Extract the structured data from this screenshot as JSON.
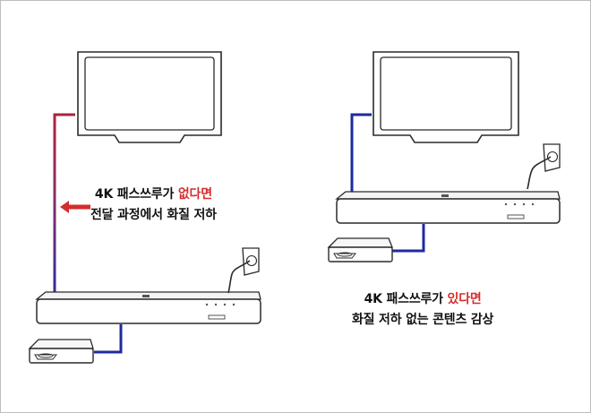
{
  "left_panel": {
    "line1_prefix": "4K 패스쓰루가 ",
    "line1_highlight": "없다면",
    "line2": "전달 과정에서 화질 저하"
  },
  "right_panel": {
    "line1_prefix": "4K 패스쓰루가 ",
    "line1_highlight": "있다면",
    "line2": "화질 저하 없는 콘텐츠 감상"
  },
  "colors": {
    "highlight": "#d42d2d",
    "cable_degraded": "#a8253a",
    "cable_clean": "#1f2a9e",
    "line_art": "#2a2a2a"
  },
  "icons": [
    "tv-icon",
    "soundbar-icon",
    "media-player-icon",
    "power-outlet-icon",
    "red-left-arrow-icon"
  ]
}
